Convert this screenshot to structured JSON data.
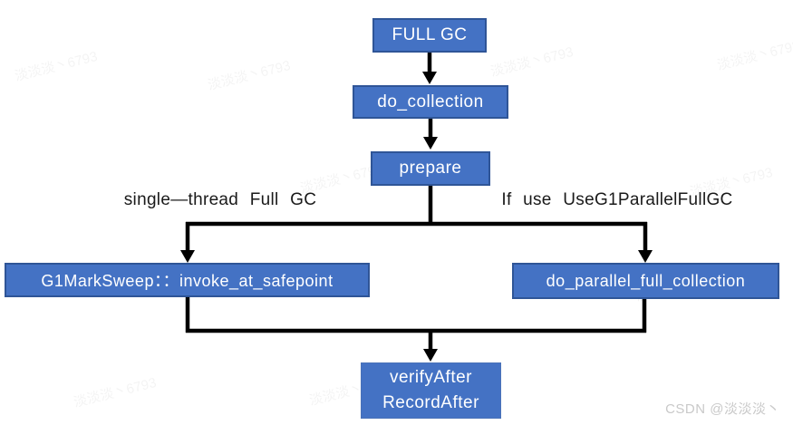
{
  "diagram": {
    "nodes": {
      "full_gc": "FULL GC",
      "do_collection": "do_collection",
      "prepare": "prepare",
      "g1marksweep": "G1MarkSweep：：invoke_at_safepoint",
      "do_parallel": "do_parallel_full_collection",
      "verify_line1": "verifyAfter",
      "verify_line2": "RecordAfter"
    },
    "labels": {
      "left_branch": "single—thread Full GC",
      "right_branch": "If use UseG1ParallelFullGC"
    },
    "colors": {
      "node_fill": "#4472C4",
      "node_border": "#2F5597",
      "node_text": "#FFFFFF",
      "connector": "#000000",
      "label_text": "#1A1A1A",
      "watermark": "#C9C9C9"
    },
    "watermark": {
      "corner": "CSDN @淡淡淡丶",
      "tile": "淡淡淡丶6793"
    }
  }
}
